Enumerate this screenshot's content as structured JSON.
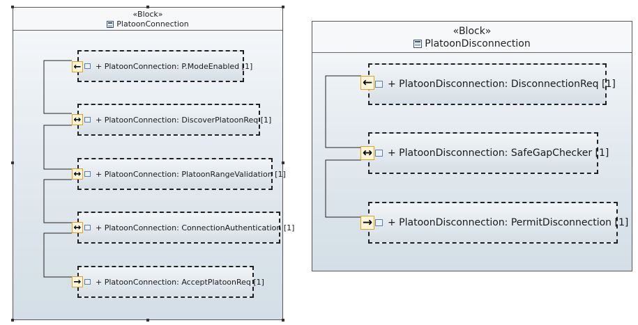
{
  "left_block": {
    "stereotype": "«Block»",
    "name": "PlatoonConnection",
    "icon": "block-icon",
    "parts": [
      {
        "label": "+ PlatoonConnection: P.ModeEnabled [1]",
        "direction": "in"
      },
      {
        "label": "+ PlatoonConnection: DiscoverPlatoonReq [1]",
        "direction": "inout"
      },
      {
        "label": "+ PlatoonConnection: PlatoonRangeValidation [1]",
        "direction": "inout"
      },
      {
        "label": "+ PlatoonConnection: ConnectionAuthentication [1]",
        "direction": "inout"
      },
      {
        "label": "+ PlatoonConnection: AcceptPlatoonReq [1]",
        "direction": "out"
      }
    ]
  },
  "right_block": {
    "stereotype": "«Block»",
    "name": "PlatoonDisconnection",
    "icon": "block-icon",
    "parts": [
      {
        "label": "+ PlatoonDisconnection: DisconnectionReq [1]",
        "direction": "in"
      },
      {
        "label": "+ PlatoonDisconnection: SafeGapChecker [1]",
        "direction": "inout"
      },
      {
        "label": "+ PlatoonDisconnection: PermitDisconnection [1]",
        "direction": "out"
      }
    ]
  },
  "port_glyphs": {
    "in": "←",
    "inout": "↔",
    "out": "→"
  },
  "colors": {
    "port_border": "#e0a020",
    "frame_border": "#555555",
    "part_border": "#1f1f1f"
  }
}
